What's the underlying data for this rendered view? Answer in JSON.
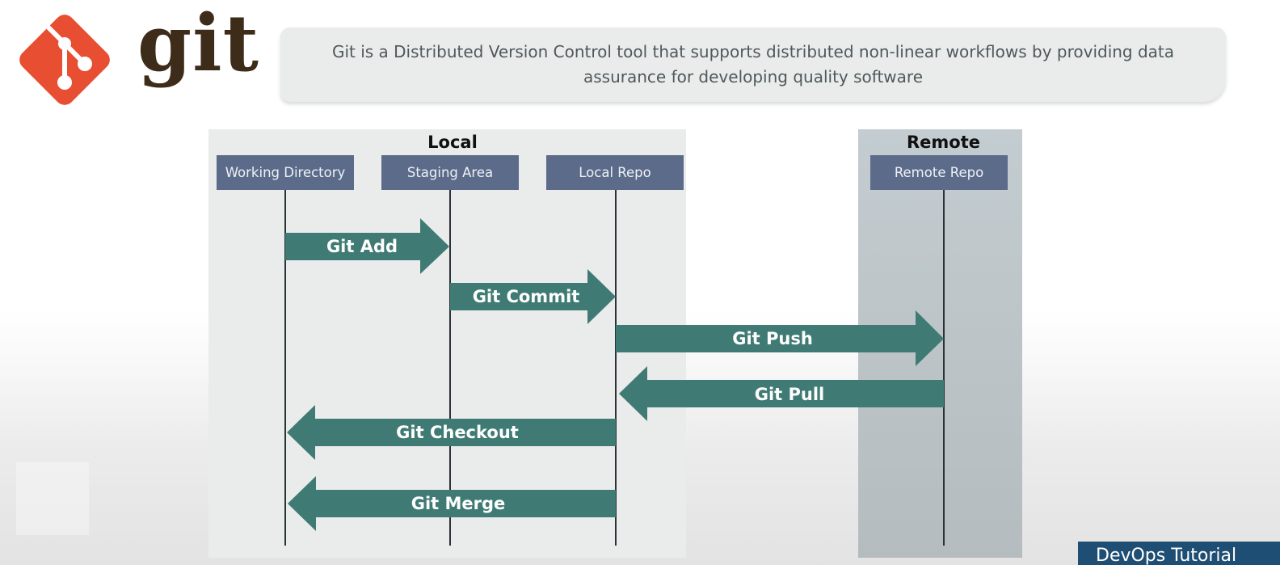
{
  "logo": {
    "wordmark": "git",
    "icon": "git-diamond-icon",
    "brand_color": "#e84e31",
    "wordmark_color": "#3e2c1a"
  },
  "banner": {
    "text": "Git is a Distributed Version Control tool that supports distributed non-linear workflows by providing data assurance for developing quality software"
  },
  "zones": {
    "local": {
      "title": "Local"
    },
    "remote": {
      "title": "Remote"
    }
  },
  "lanes": [
    {
      "label": "Working Directory"
    },
    {
      "label": "Staging Area"
    },
    {
      "label": "Local Repo"
    },
    {
      "label": "Remote Repo"
    }
  ],
  "flows": [
    {
      "label": "Git Add",
      "from": "Working Directory",
      "to": "Staging Area"
    },
    {
      "label": "Git Commit",
      "from": "Staging Area",
      "to": "Local Repo"
    },
    {
      "label": "Git Push",
      "from": "Local Repo",
      "to": "Remote Repo"
    },
    {
      "label": "Git Pull",
      "from": "Remote Repo",
      "to": "Local Repo"
    },
    {
      "label": "Git Checkout",
      "from": "Local Repo",
      "to": "Working Directory"
    },
    {
      "label": "Git Merge",
      "from": "Local Repo",
      "to": "Working Directory"
    }
  ],
  "colors": {
    "arrow": "#3f7b74",
    "lane_header": "#5c6b8a",
    "local_zone": "#e9eceb",
    "remote_zone": "#bfc7cb"
  },
  "footer": {
    "badge": "DevOps Tutorial"
  }
}
